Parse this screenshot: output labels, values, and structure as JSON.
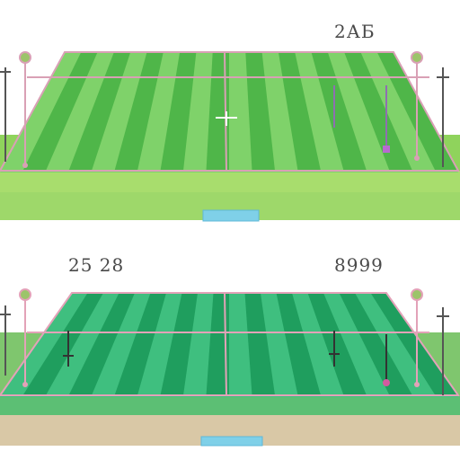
{
  "panels": [
    {
      "label": "2АБ",
      "colors": {
        "grass_light": "#7fd26a",
        "grass_dark": "#4fb649",
        "base": "#8fd35c",
        "base_shadow": "#b6df6f",
        "line": "#d9a0b5",
        "pad": "#7fd0e8"
      }
    },
    {
      "label_left": "25 28",
      "label_right": "8999",
      "colors": {
        "grass_light": "#3fbf7f",
        "grass_dark": "#1f9e5e",
        "base": "#7fc66e",
        "base_shadow": "#d9c8a6",
        "line": "#e3a2b8",
        "pad": "#7fd0e8"
      }
    }
  ],
  "icons": [
    "floodlight-pole-icon",
    "corner-flag-icon",
    "goal-post-icon"
  ]
}
